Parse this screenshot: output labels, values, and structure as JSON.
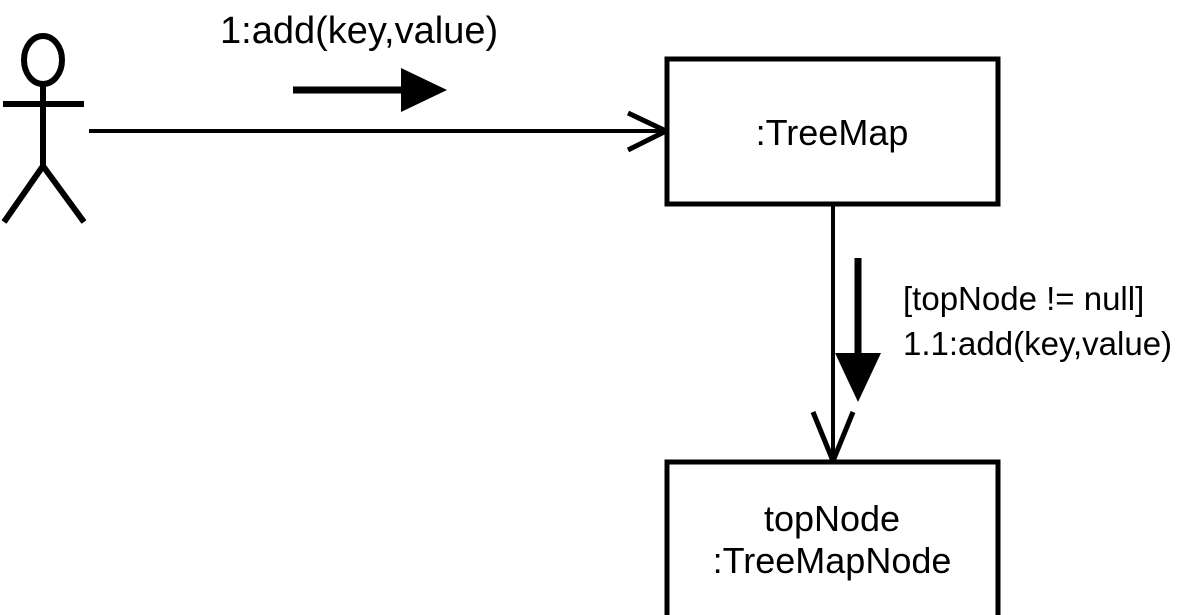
{
  "diagram": {
    "title": "UML Communication Diagram",
    "kind": "communication-diagram",
    "stroke_color": "#000000",
    "fill_color": "#ffffff",
    "background": "#ffffff",
    "actor": {
      "name": "actor",
      "label": ""
    },
    "objects": [
      {
        "id": "treemap",
        "label": ":TreeMap",
        "lines": [
          ":TreeMap"
        ]
      },
      {
        "id": "topnode",
        "label": "topNode :TreeMapNode",
        "lines": [
          "topNode",
          ":TreeMapNode"
        ]
      }
    ],
    "messages": [
      {
        "id": "m1",
        "sequence": "1",
        "label": "1:add(key,value)",
        "guard": "",
        "from": "actor",
        "to": "treemap",
        "direction": "right"
      },
      {
        "id": "m1_1",
        "sequence": "1.1",
        "label": "1.1:add(key,value)",
        "guard": "[topNode != null]",
        "from": "treemap",
        "to": "topnode",
        "direction": "down"
      }
    ]
  }
}
